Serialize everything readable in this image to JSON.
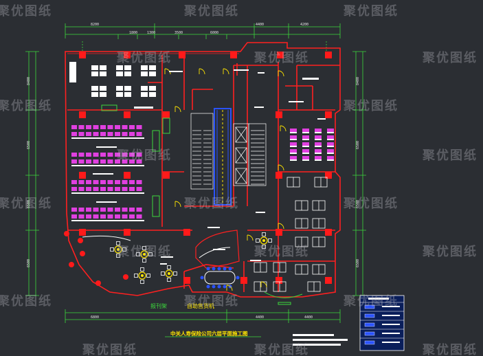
{
  "watermark": {
    "text": "聚优图纸"
  },
  "labels": {
    "left_room": "报刊架",
    "right_room": "自助售货机",
    "drawing_title": "中关人寿保险公司六层平面施工图"
  },
  "dimensions": {
    "top": [
      "8200",
      "4400",
      "4200"
    ],
    "top_sub": [
      "1800",
      "1300",
      "3500",
      "6000"
    ],
    "bottom": [
      "6800",
      "4400",
      "4400"
    ],
    "left": [
      "8400",
      "6500",
      "6500",
      "6500"
    ],
    "right": [
      "8400",
      "6500",
      "6500",
      "6500"
    ]
  },
  "legend": {
    "rows": 5
  },
  "colors": {
    "background": "#2b2e33",
    "wall": "#ff2020",
    "column": "#ff1a1a",
    "dimension": "#3cd83c",
    "furniture": "#ffffff",
    "chairs": "#e040e0",
    "highlight": "#2a52ff",
    "accent": "#ffe600",
    "legend_bg": "#0a1e5a"
  }
}
